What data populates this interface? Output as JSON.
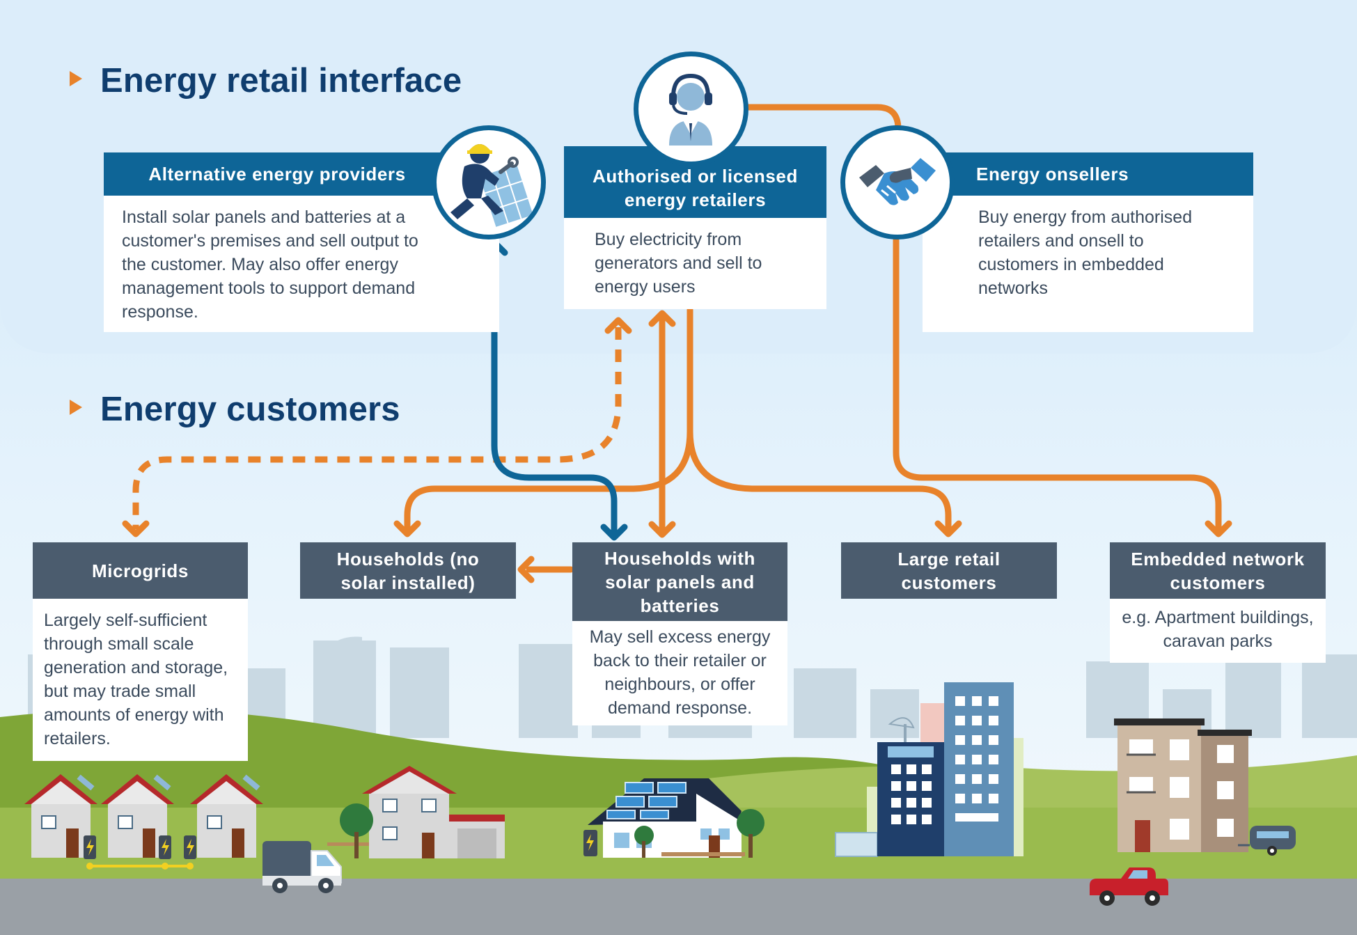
{
  "titles": {
    "retail": "Energy retail interface",
    "customers": "Energy customers"
  },
  "cards": {
    "alternative": {
      "title": "Alternative energy providers",
      "desc": "Install solar panels and batteries at a customer's premises and sell output to the customer. May also offer energy management tools to support demand response."
    },
    "retailers": {
      "title": "Authorised or licensed energy retailers",
      "desc": "Buy electricity from generators and sell to energy users"
    },
    "onsellers": {
      "title": "Energy onsellers",
      "desc": "Buy energy from authorised retailers and onsell to customers in embedded networks"
    },
    "microgrids": {
      "title": "Microgrids",
      "desc": "Largely self-sufficient through small scale generation and storage, but may trade small amounts of energy with retailers."
    },
    "households": {
      "title": "Households (no solar installed)"
    },
    "solar_households": {
      "title": "Households with solar panels and batteries",
      "desc": "May sell excess energy back to their retailer or neighbours, or offer demand response."
    },
    "large_retail": {
      "title": "Large retail customers"
    },
    "embedded": {
      "title": "Embedded network customers",
      "desc": "e.g. Apartment buildings, caravan parks"
    }
  },
  "icons": {
    "installer": "solar-installer-icon",
    "call_center": "headset-agent-icon",
    "handshake": "handshake-icon"
  },
  "colors": {
    "primary_blue": "#0e6597",
    "navy_text": "#0f3d6e",
    "orange": "#e8822a",
    "slate": "#4b5c6e",
    "sky_light": "#dff0fb",
    "grass": "#7fa637",
    "road": "#9aa0a6"
  }
}
